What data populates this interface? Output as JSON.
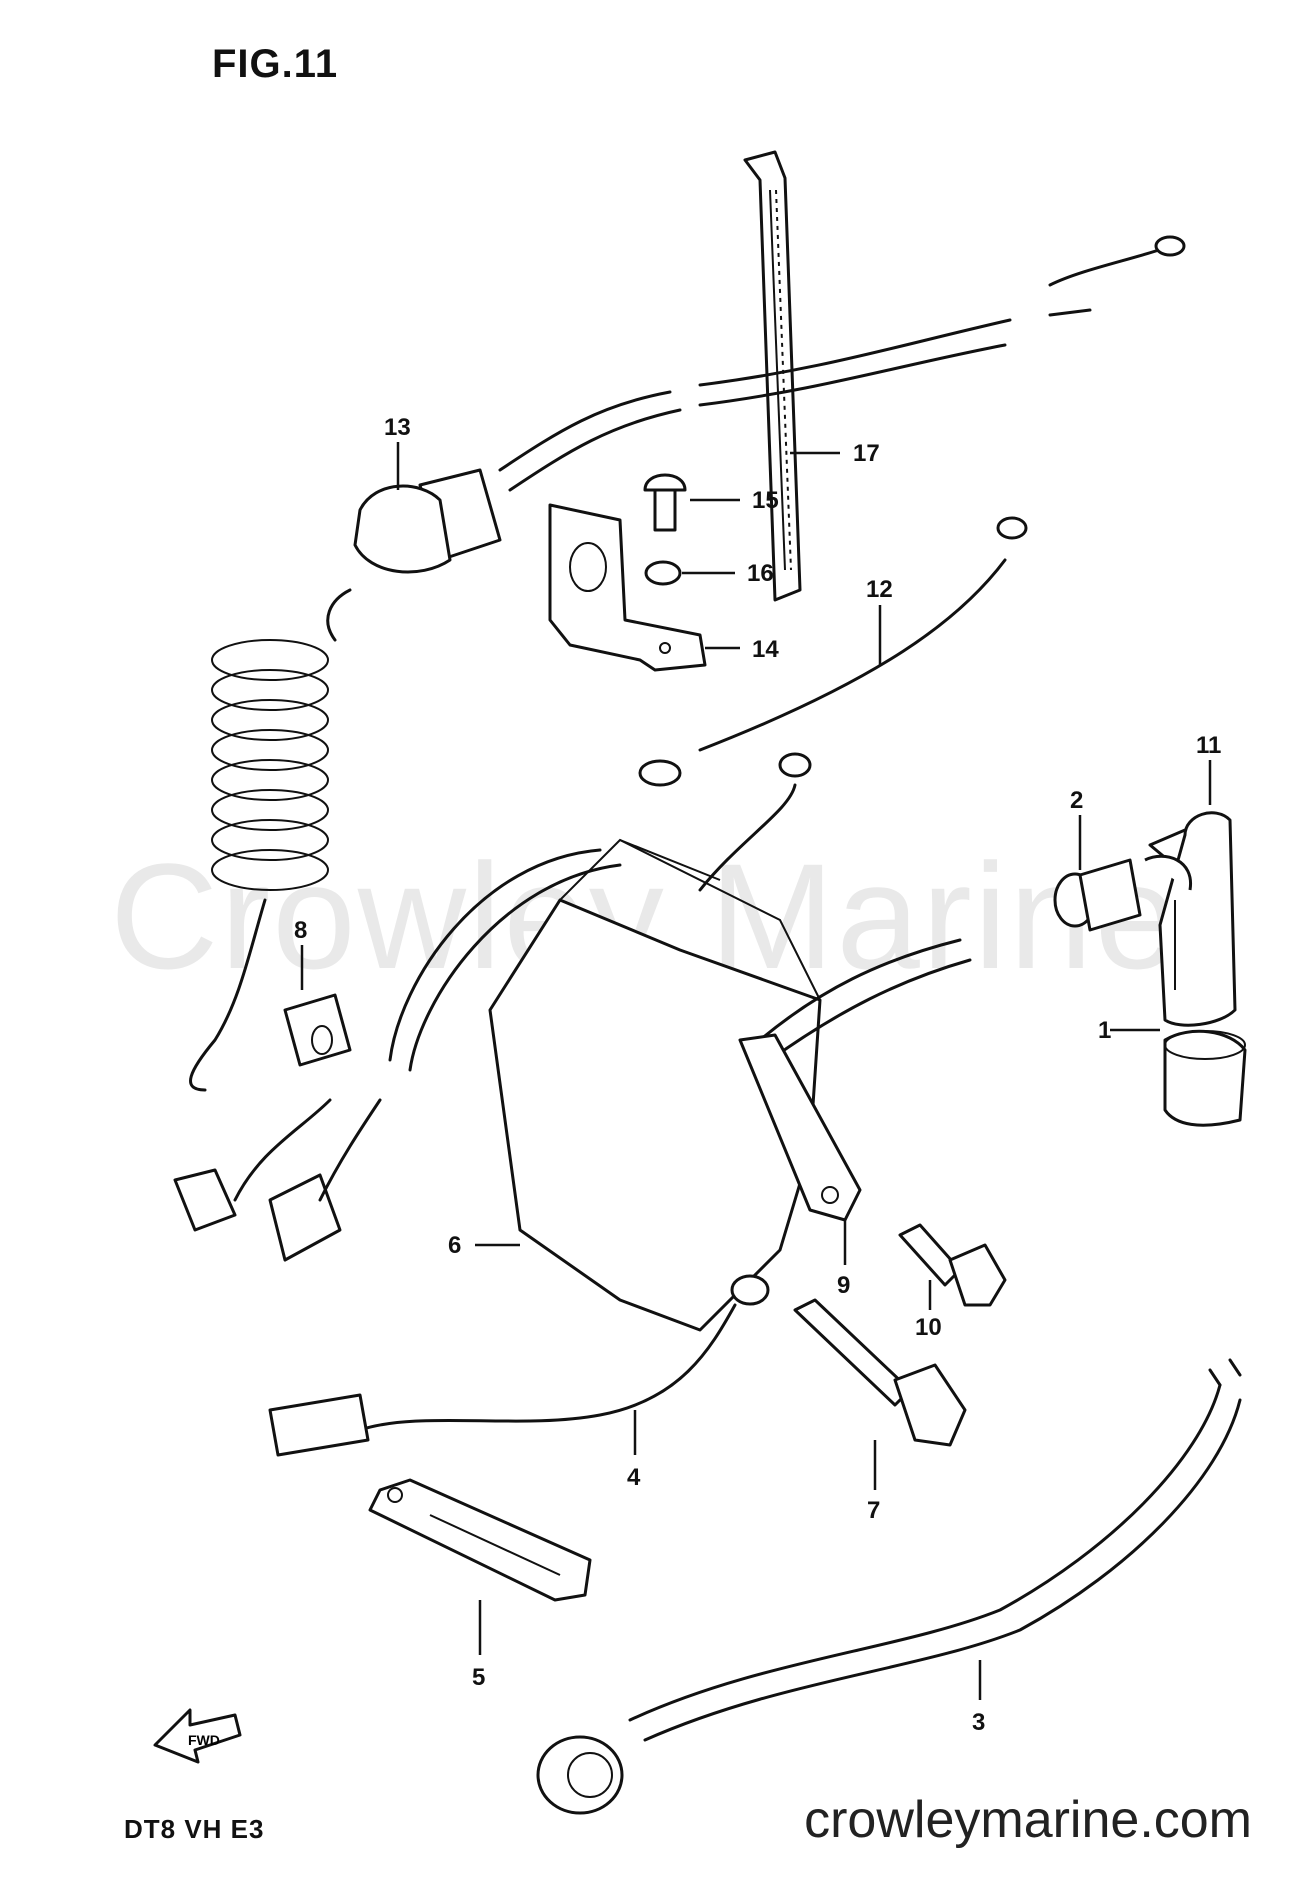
{
  "figure": {
    "title": "FIG.11",
    "model_code": "DT8 VH E3"
  },
  "watermark": "Crowley Marine",
  "website": "crowleymarine.com",
  "fwd_arrow_label": "FWD",
  "callouts": {
    "c1": "1",
    "c2": "2",
    "c3": "3",
    "c4": "4",
    "c5": "5",
    "c6": "6",
    "c7": "7",
    "c8": "8",
    "c9": "9",
    "c10": "10",
    "c11": "11",
    "c12": "12",
    "c13": "13",
    "c14": "14",
    "c15": "15",
    "c16": "16",
    "c17": "17"
  }
}
